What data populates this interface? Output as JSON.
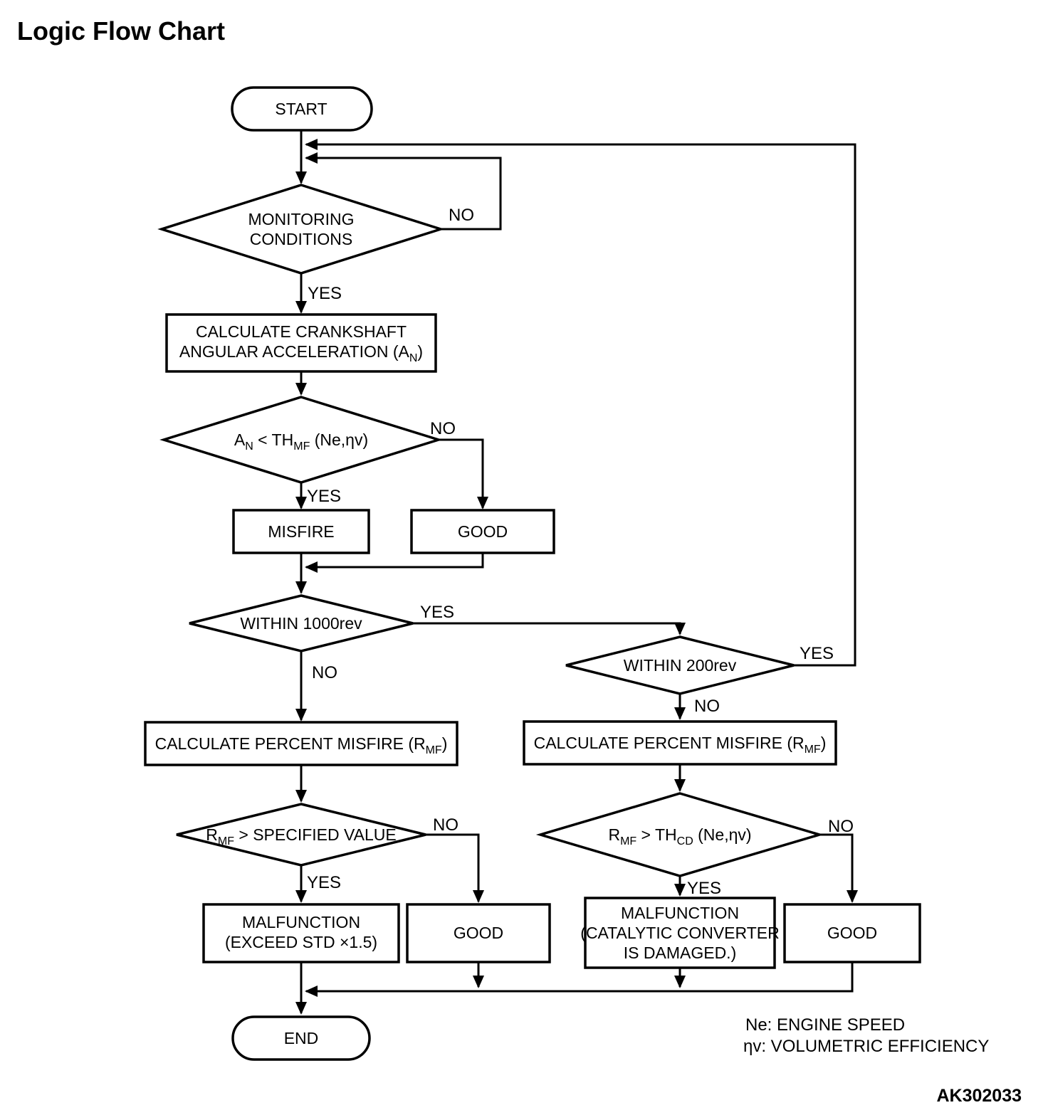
{
  "page": {
    "background": "#ffffff",
    "ink": "#000000"
  },
  "title": "Logic Flow Chart",
  "drawing_code": "AK302033",
  "labels": {
    "yes": "YES",
    "no": "NO"
  },
  "nodes": {
    "start": "START",
    "monitoring": [
      "MONITORING",
      "CONDITIONS"
    ],
    "calc_accel": {
      "line1": "CALCULATE CRANKSHAFT",
      "line2_pre": "ANGULAR ACCELERATION (A",
      "line2_sub": "N",
      "line2_post": ")"
    },
    "an_threshold": {
      "p1": "A",
      "s1": "N",
      "p2": " < TH",
      "s2": "MF",
      "p3": " (Ne,ηv)"
    },
    "misfire": "MISFIRE",
    "good": "GOOD",
    "within_1000": "WITHIN 1000rev",
    "within_200": "WITHIN 200rev",
    "calc_percent": {
      "pre": "CALCULATE PERCENT MISFIRE (R",
      "sub": "MF",
      "post": ")"
    },
    "rmf_specified": {
      "p1": "R",
      "s1": "MF",
      "p2": " > SPECIFIED VALUE"
    },
    "rmf_thcd": {
      "p1": "R",
      "s1": "MF",
      "p2": " > TH",
      "s2": "CD",
      "p3": " (Ne,ηv)"
    },
    "malfunction_std": [
      "MALFUNCTION",
      "(EXCEED STD ×1.5)"
    ],
    "malfunction_cat": [
      "MALFUNCTION",
      "(CATALYTIC CONVERTER",
      "IS DAMAGED.)"
    ],
    "end": "END"
  },
  "legend": [
    "Ne: ENGINE SPEED",
    "ηv: VOLUMETRIC EFFICIENCY"
  ]
}
